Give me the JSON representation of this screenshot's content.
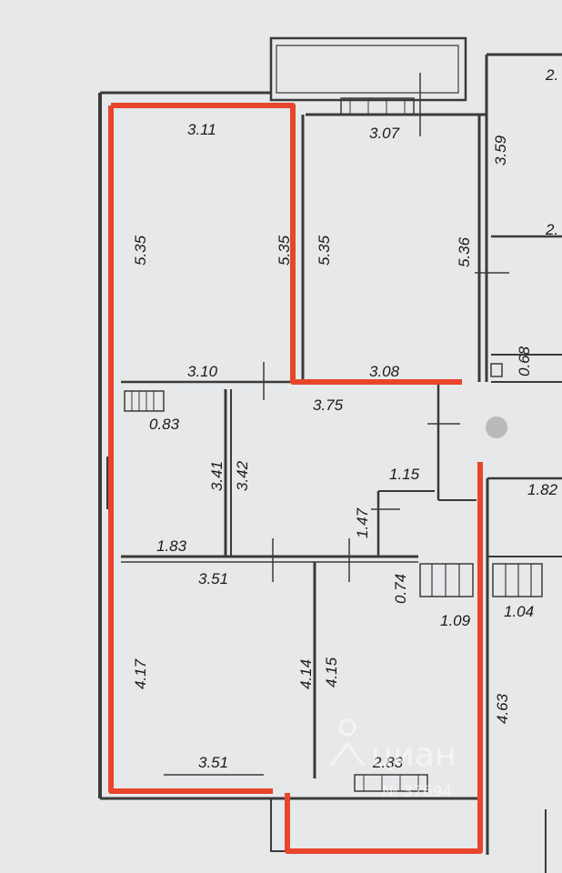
{
  "colors": {
    "background": "#e6e8ea",
    "wall": "#3a3a3a",
    "highlight": "#e8452c",
    "text": "#1a1a1a"
  },
  "dimensions": {
    "room_top_left_width_top": "3.11",
    "room_top_left_height_left": "5.35",
    "room_top_left_height_right": "5.35",
    "room_top_left_width_bottom": "3.10",
    "room_top_right_width_top": "3.07",
    "room_top_right_height_left": "5.35",
    "room_top_right_height_right": "5.36",
    "room_top_right_width_bottom": "3.08",
    "side_room_top": "2.",
    "side_room_height": "3.59",
    "side_room_mid": "2.",
    "side_niche": "0.68",
    "bathroom_width_top": "0.83",
    "bathroom_height_a": "3.41",
    "bathroom_height_b": "3.42",
    "bathroom_width_bottom": "1.83",
    "hall_width": "3.75",
    "hall_step": "1.15",
    "hall_height": "1.47",
    "right_room_width": "1.82",
    "closet_height": "0.74",
    "closet_width_a": "1.09",
    "closet_width_b": "1.04",
    "room_bottom_left_width_top": "3.51",
    "room_bottom_left_height_left": "4.17",
    "room_bottom_left_height_right": "4.14",
    "room_bottom_left_width_bottom": "3.51",
    "room_bottom_mid_height": "4.15",
    "room_bottom_mid_width": "2.83",
    "right_room_height": "4.63"
  },
  "watermark": {
    "brand": "циан",
    "code": "№ 37694"
  }
}
